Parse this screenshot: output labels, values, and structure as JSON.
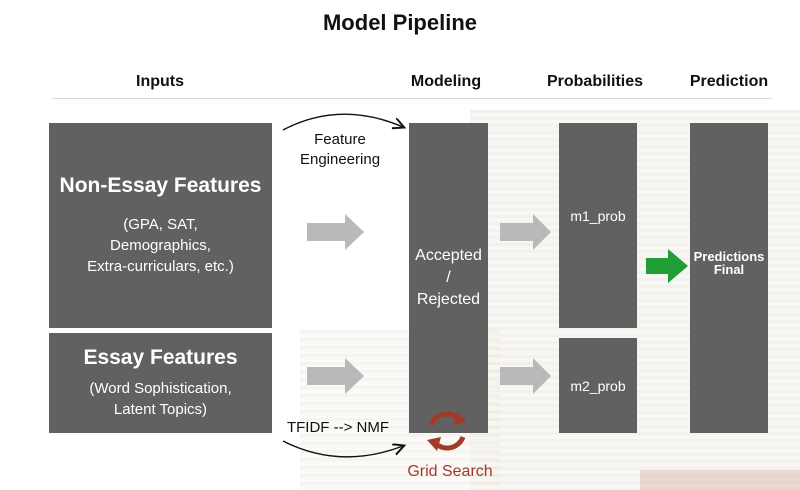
{
  "title": "Model Pipeline",
  "headers": {
    "inputs": "Inputs",
    "modeling": "Modeling",
    "probabilities": "Probabilities",
    "prediction": "Prediction"
  },
  "non_essay": {
    "title": "Non-Essay Features",
    "lines": [
      "(GPA, SAT,",
      "Demographics,",
      "Extra-curriculars, etc.)"
    ]
  },
  "essay": {
    "title": "Essay Features",
    "lines": [
      "(Word Sophistication,",
      "Latent Topics)"
    ]
  },
  "modeling_box": {
    "lines": [
      "Accepted",
      "/",
      "Rejected"
    ]
  },
  "m1": "m1_prob",
  "m2": "m2_prob",
  "final": {
    "lines": [
      "Final",
      "Predictions"
    ]
  },
  "feature_engineering": {
    "lines": [
      "Feature",
      "Engineering"
    ]
  },
  "tfidf": "TFIDF --> NMF",
  "grid_search": "Grid Search",
  "colors": {
    "box": "#616161",
    "gray_arrow": "#b9b9b9",
    "green_arrow": "#1f9e35",
    "grid_red": "#a23a2a"
  },
  "icons": [
    "gray-arrow-icon",
    "green-arrow-icon",
    "grid-search-cycle-icon",
    "curved-arrow-icon"
  ]
}
